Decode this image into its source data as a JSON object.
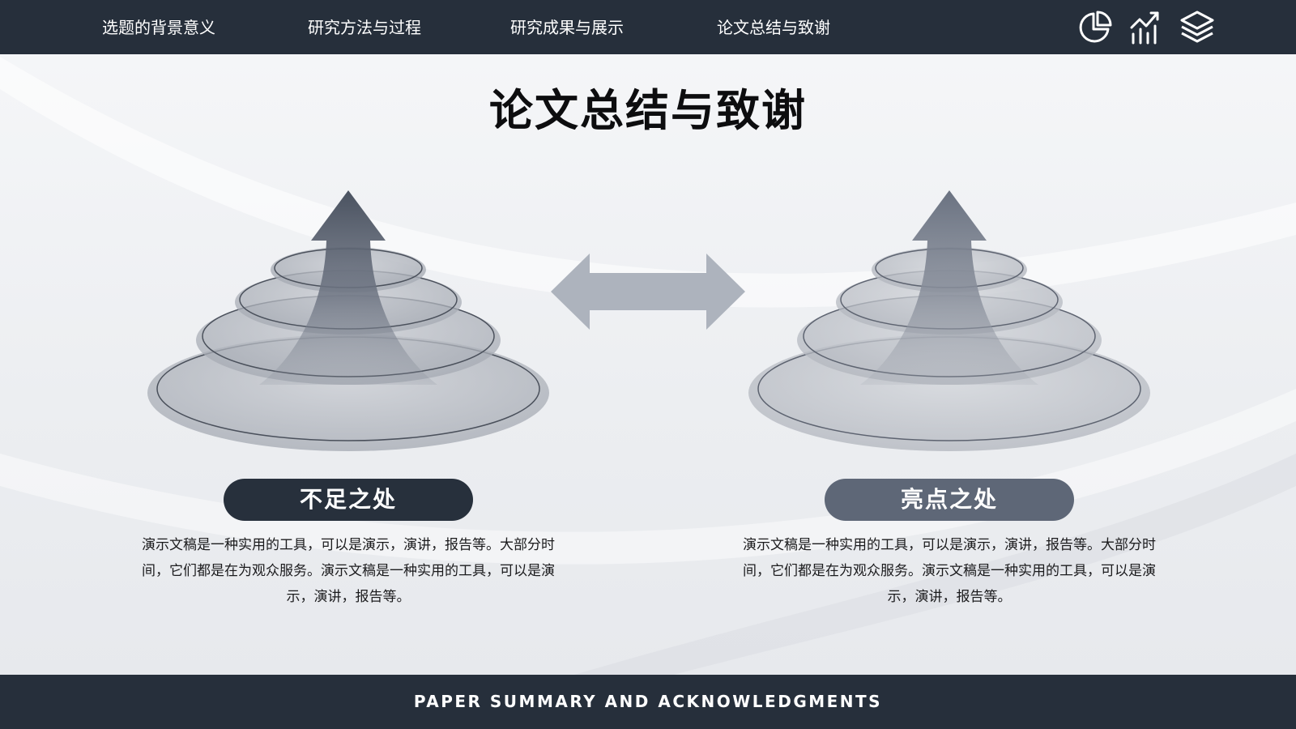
{
  "nav": {
    "items": [
      {
        "label": "选题的背景意义"
      },
      {
        "label": "研究方法与过程"
      },
      {
        "label": "研究成果与展示"
      },
      {
        "label": "论文总结与致谢"
      }
    ],
    "icons": [
      "pie-chart-icon",
      "trend-bar-chart-icon",
      "layers-icon"
    ]
  },
  "title": "论文总结与致谢",
  "left": {
    "heading": "不足之处",
    "text": "演示文稿是一种实用的工具，可以是演示，演讲，报告等。大部分时间，它们都是在为观众服务。演示文稿是一种实用的工具，可以是演示，演讲，报告等。"
  },
  "right": {
    "heading": "亮点之处",
    "text": "演示文稿是一种实用的工具，可以是演示，演讲，报告等。大部分时间，它们都是在为观众服务。演示文稿是一种实用的工具，可以是演示，演讲，报告等。"
  },
  "footer": "PAPER SUMMARY AND ACKNOWLEDGMENTS",
  "colors": {
    "bar": "#262f3b",
    "pill_dark": "#27303c",
    "pill_mid": "#5e6777",
    "arrow": "#adb3bd"
  }
}
